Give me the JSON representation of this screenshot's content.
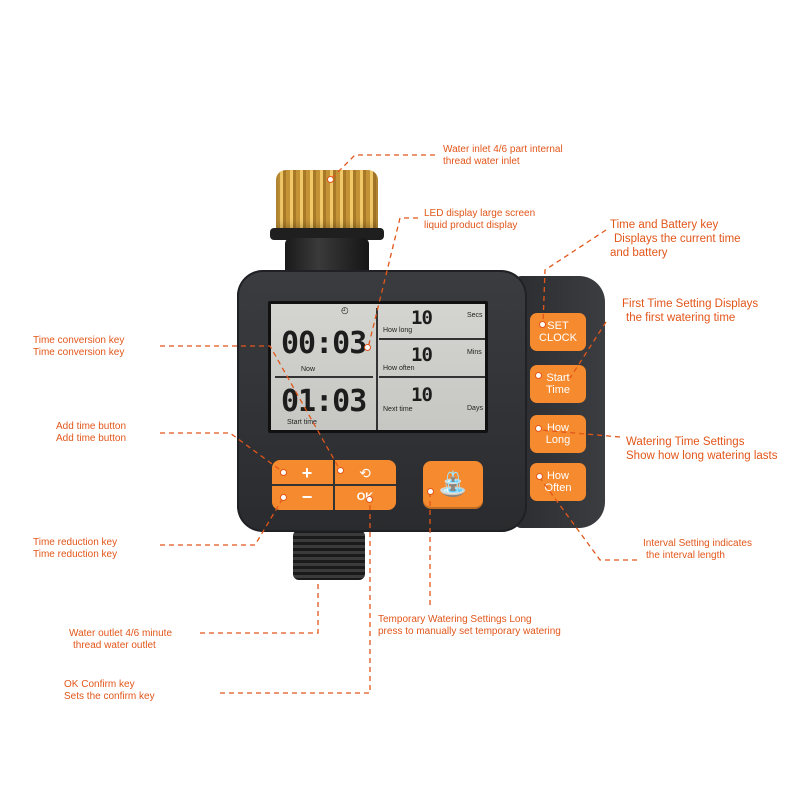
{
  "callouts": {
    "inlet": [
      "Water inlet 4/6 part internal",
      "thread water inlet"
    ],
    "lcd": [
      "LED display large screen",
      "liquid product display"
    ],
    "time_battery": [
      "Time and Battery key",
      "Displays the current time",
      "and battery"
    ],
    "first_time": [
      "First Time Setting Displays",
      "the first watering time"
    ],
    "time_conversion": [
      "Time conversion key",
      "Time conversion key"
    ],
    "add_time": [
      "Add time button",
      "Add time button"
    ],
    "watering_time": [
      "Watering Time Settings",
      "Show how long watering lasts"
    ],
    "interval": [
      "Interval Setting indicates",
      "the interval length"
    ],
    "time_reduction": [
      "Time reduction key",
      "Time reduction key"
    ],
    "temporary": [
      "Temporary Watering Settings Long",
      "press to manually set temporary watering"
    ],
    "outlet": [
      "Water outlet 4/6 minute",
      "thread water outlet"
    ],
    "ok_confirm": [
      "OK Confirm key",
      "Sets the confirm key"
    ]
  },
  "lcd": {
    "now_time": "00:03",
    "now_label": "Now",
    "start_time": "01:03",
    "start_label": "Start time",
    "how_long_value": "10",
    "how_long_label": "How long",
    "how_long_unit": "Secs",
    "how_often_value": "10",
    "how_often_label": "How often",
    "how_often_unit": "Mins",
    "next_time_value": "10",
    "next_time_label": "Next time",
    "next_time_unit": "Days"
  },
  "buttons": {
    "set_clock": [
      "SET",
      "CLOCK"
    ],
    "start_time": [
      "Start",
      "Time"
    ],
    "how_long": [
      "How",
      "Long"
    ],
    "how_often": [
      "How",
      "Often"
    ],
    "plus": "+",
    "minus": "−",
    "ok": "OK"
  },
  "colors": {
    "accent": "#e2561a",
    "button": "#f58a2e",
    "body": "#2f3034",
    "lcd": "#cfcfcb"
  },
  "icons": [
    "sync-icon",
    "faucet-icon",
    "clock-icon"
  ]
}
